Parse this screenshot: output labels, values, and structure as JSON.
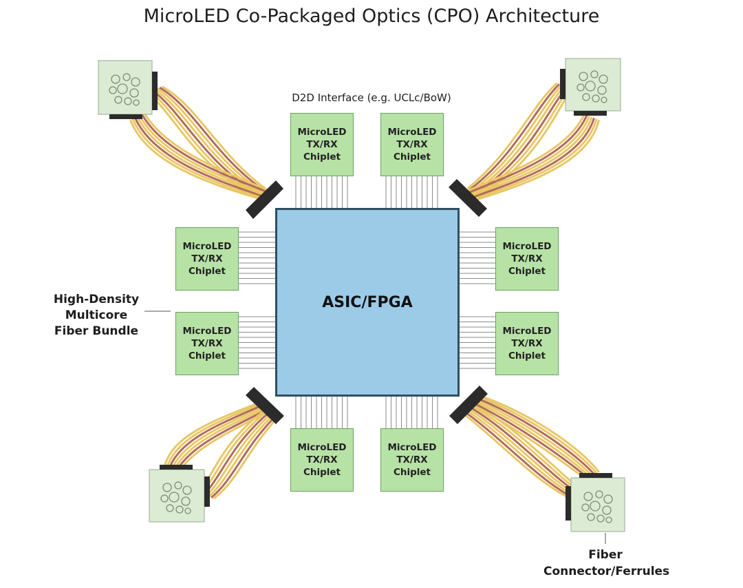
{
  "title": "MicroLED Co-Packaged Optics (CPO) Architecture",
  "asic": {
    "label": "ASIC/FPGA"
  },
  "chiplet": {
    "line1": "MicroLED",
    "line2": "TX/RX",
    "line3": "Chiplet"
  },
  "labels": {
    "d2d": "D2D Interface (e.g. UCLc/BoW)",
    "fiber_bundle": [
      "High-Density",
      "Multicore",
      "Fiber Bundle"
    ],
    "fiber_connector": [
      "Fiber",
      "Connector/Ferrules"
    ]
  },
  "colors": {
    "chiplet_fill": "#b7e2a6",
    "asic_fill": "#9ccbe8",
    "fiber_yellow": "#e8c765",
    "fiber_red": "#b26a5a",
    "connector_fill": "#dcebd3",
    "ferrule_bar": "#2b2b2b"
  }
}
